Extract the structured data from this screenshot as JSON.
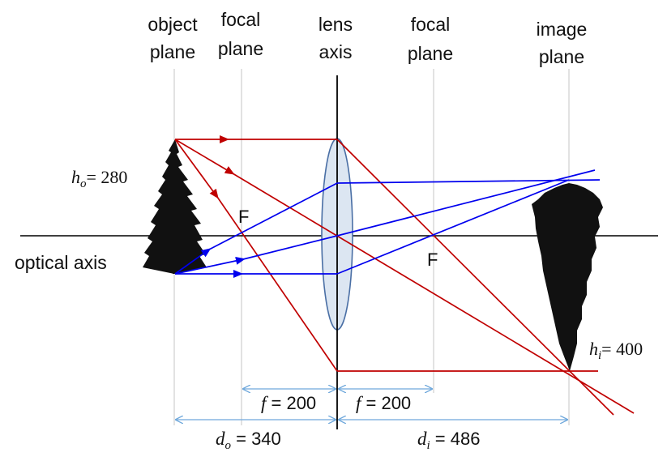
{
  "labels": {
    "object_plane_1": "object",
    "object_plane_2": "plane",
    "focal_plane_left_1": "focal",
    "focal_plane_left_2": "plane",
    "lens_axis_1": "lens",
    "lens_axis_2": "axis",
    "focal_plane_right_1": "focal",
    "focal_plane_right_2": "plane",
    "image_plane_1": "image",
    "image_plane_2": "plane",
    "optical_axis": "optical axis",
    "focal_point_left": "F",
    "focal_point_right": "F"
  },
  "measurements": {
    "ho": {
      "symbol": "h",
      "sub": "o",
      "value": "= 280"
    },
    "hi": {
      "symbol": "h",
      "sub": "i",
      "value": "= 400"
    },
    "f_left": {
      "symbol": "f",
      "value": " = 200"
    },
    "f_right": {
      "symbol": "f",
      "value": " = 200"
    },
    "do": {
      "symbol": "d",
      "sub": "o",
      "value": " = 340"
    },
    "di": {
      "symbol": "d",
      "sub": "i",
      "value": " = 486"
    }
  },
  "colors": {
    "ray_red": "#c00000",
    "ray_blue": "#0000ee",
    "dimension": "#6fa8dc",
    "plane_line": "#cfcfcf",
    "lens_fill": "#dce6f2",
    "lens_stroke": "#4a6fa5",
    "tree": "#111111"
  }
}
